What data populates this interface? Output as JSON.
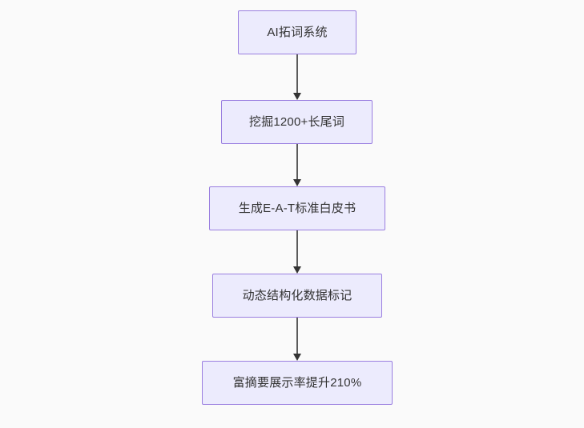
{
  "diagram": {
    "type": "flowchart",
    "orientation": "top-to-bottom",
    "background_color": "#fafafa",
    "node_fill_color": "#ecebfd",
    "node_border_color": "#9a7ee0",
    "text_color": "#333333",
    "edge_color": "#5b5b5b",
    "nodes": [
      {
        "id": "n1",
        "label": "AI拓词系统"
      },
      {
        "id": "n2",
        "label": "挖掘1200+长尾词"
      },
      {
        "id": "n3",
        "label": "生成E-A-T标准白皮书"
      },
      {
        "id": "n4",
        "label": "动态结构化数据标记"
      },
      {
        "id": "n5",
        "label": "富摘要展示率提升210%"
      }
    ],
    "edges": [
      {
        "from": "n1",
        "to": "n2"
      },
      {
        "from": "n2",
        "to": "n3"
      },
      {
        "from": "n3",
        "to": "n4"
      },
      {
        "from": "n4",
        "to": "n5"
      }
    ]
  }
}
